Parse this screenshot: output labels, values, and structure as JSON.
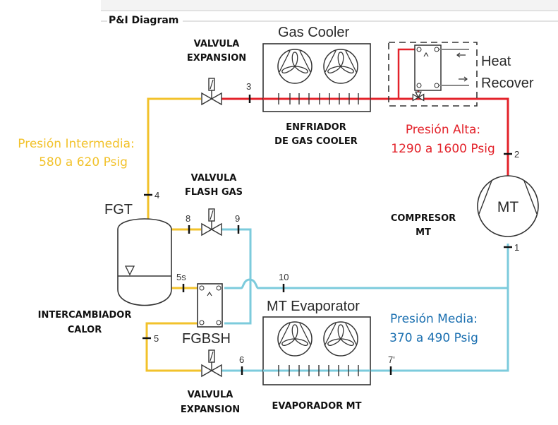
{
  "panel": {
    "title": "P&I Diagram"
  },
  "colors": {
    "high_pressure": "#e3222a",
    "intermediate_pressure": "#f2c22b",
    "medium_pressure": "#7ccbdc",
    "equipment_outline": "#333333",
    "high_text": "#e3222a",
    "intermediate_text": "#f2c22b",
    "medium_text": "#1a6fb0"
  },
  "equipment": {
    "gas_cooler": {
      "title": "Gas Cooler",
      "caption_line1": "ENFRIADOR",
      "caption_line2": "DE GAS COOLER"
    },
    "heat_recover": {
      "line1": "Heat",
      "line2": "Recover"
    },
    "compressor": {
      "symbol": "MT",
      "caption_line1": "COMPRESOR",
      "caption_line2": "MT"
    },
    "fgt": {
      "title": "FGT"
    },
    "fgbsh": {
      "title": "FGBSH",
      "caption_line1": "INTERCAMBIADOR",
      "caption_line2": "CALOR"
    },
    "evaporator": {
      "title": "MT Evaporator",
      "caption": "EVAPORADOR MT"
    },
    "expansion_valve_top": {
      "caption_line1": "VALVULA",
      "caption_line2": "EXPANSION"
    },
    "flash_gas_valve": {
      "caption_line1": "VALVULA",
      "caption_line2": "FLASH GAS"
    },
    "expansion_valve_bottom": {
      "caption_line1": "VALVULA",
      "caption_line2": "EXPANSION"
    }
  },
  "pressures": {
    "intermediate": {
      "line1": "Presión Intermedia:",
      "line2": "580 a 620 Psig"
    },
    "high": {
      "line1": "Presión Alta:",
      "line2": "1290 a 1600 Psig"
    },
    "medium": {
      "line1": "Presión Media:",
      "line2": "370 a 490 Psig"
    }
  },
  "state_points": {
    "p1": "1",
    "p2": "2",
    "p3": "3",
    "p4": "4",
    "p5": "5",
    "p5s": "5s",
    "p6": "6",
    "p7": "7'",
    "p8": "8",
    "p9": "9",
    "p10": "10"
  }
}
